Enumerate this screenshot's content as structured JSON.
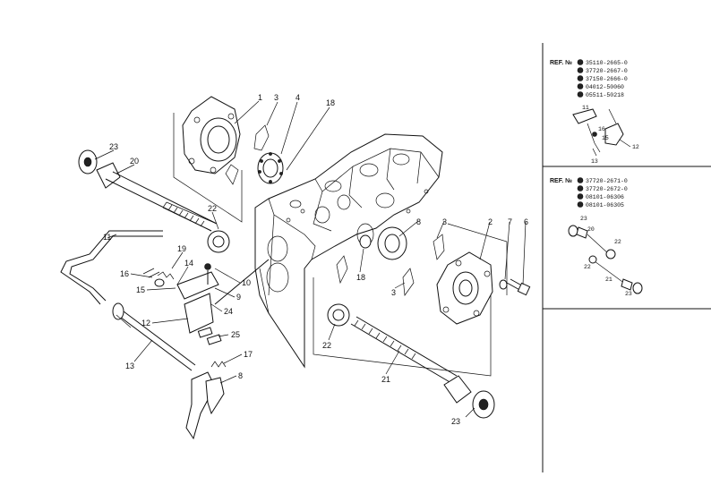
{
  "callouts": {
    "c1": "1",
    "c3a": "3",
    "c4": "4",
    "c18a": "18",
    "c23a": "23",
    "c20": "20",
    "c22a": "22",
    "c11": "11",
    "c19": "19",
    "c16": "16",
    "c14": "14",
    "c15": "15",
    "c10": "10",
    "c9": "9",
    "c24": "24",
    "c12": "12",
    "c25": "25",
    "c13": "13",
    "c17": "17",
    "c8a": "8",
    "c8b": "8",
    "c3b": "3",
    "c2": "2",
    "c7": "7",
    "c6": "6",
    "c18b": "18",
    "c3c": "3",
    "c22b": "22",
    "c21": "21",
    "c23b": "23"
  },
  "ref_box_1": {
    "title": "REF. №",
    "parts": [
      "35110-2665-0",
      "37720-2667-0",
      "37150-2666-0",
      "04012-50060",
      "05511-50218"
    ],
    "inset_labels": {
      "a": "11",
      "b": "16",
      "c": "15",
      "d": "12",
      "e": "13"
    }
  },
  "ref_box_2": {
    "title": "REF. №",
    "parts": [
      "37720-2671-0",
      "37720-2672-0",
      "08101-06306",
      "08101-06305"
    ],
    "inset_labels": {
      "a": "23",
      "b": "20",
      "c": "22",
      "d": "22",
      "e": "21",
      "f": "23"
    }
  }
}
